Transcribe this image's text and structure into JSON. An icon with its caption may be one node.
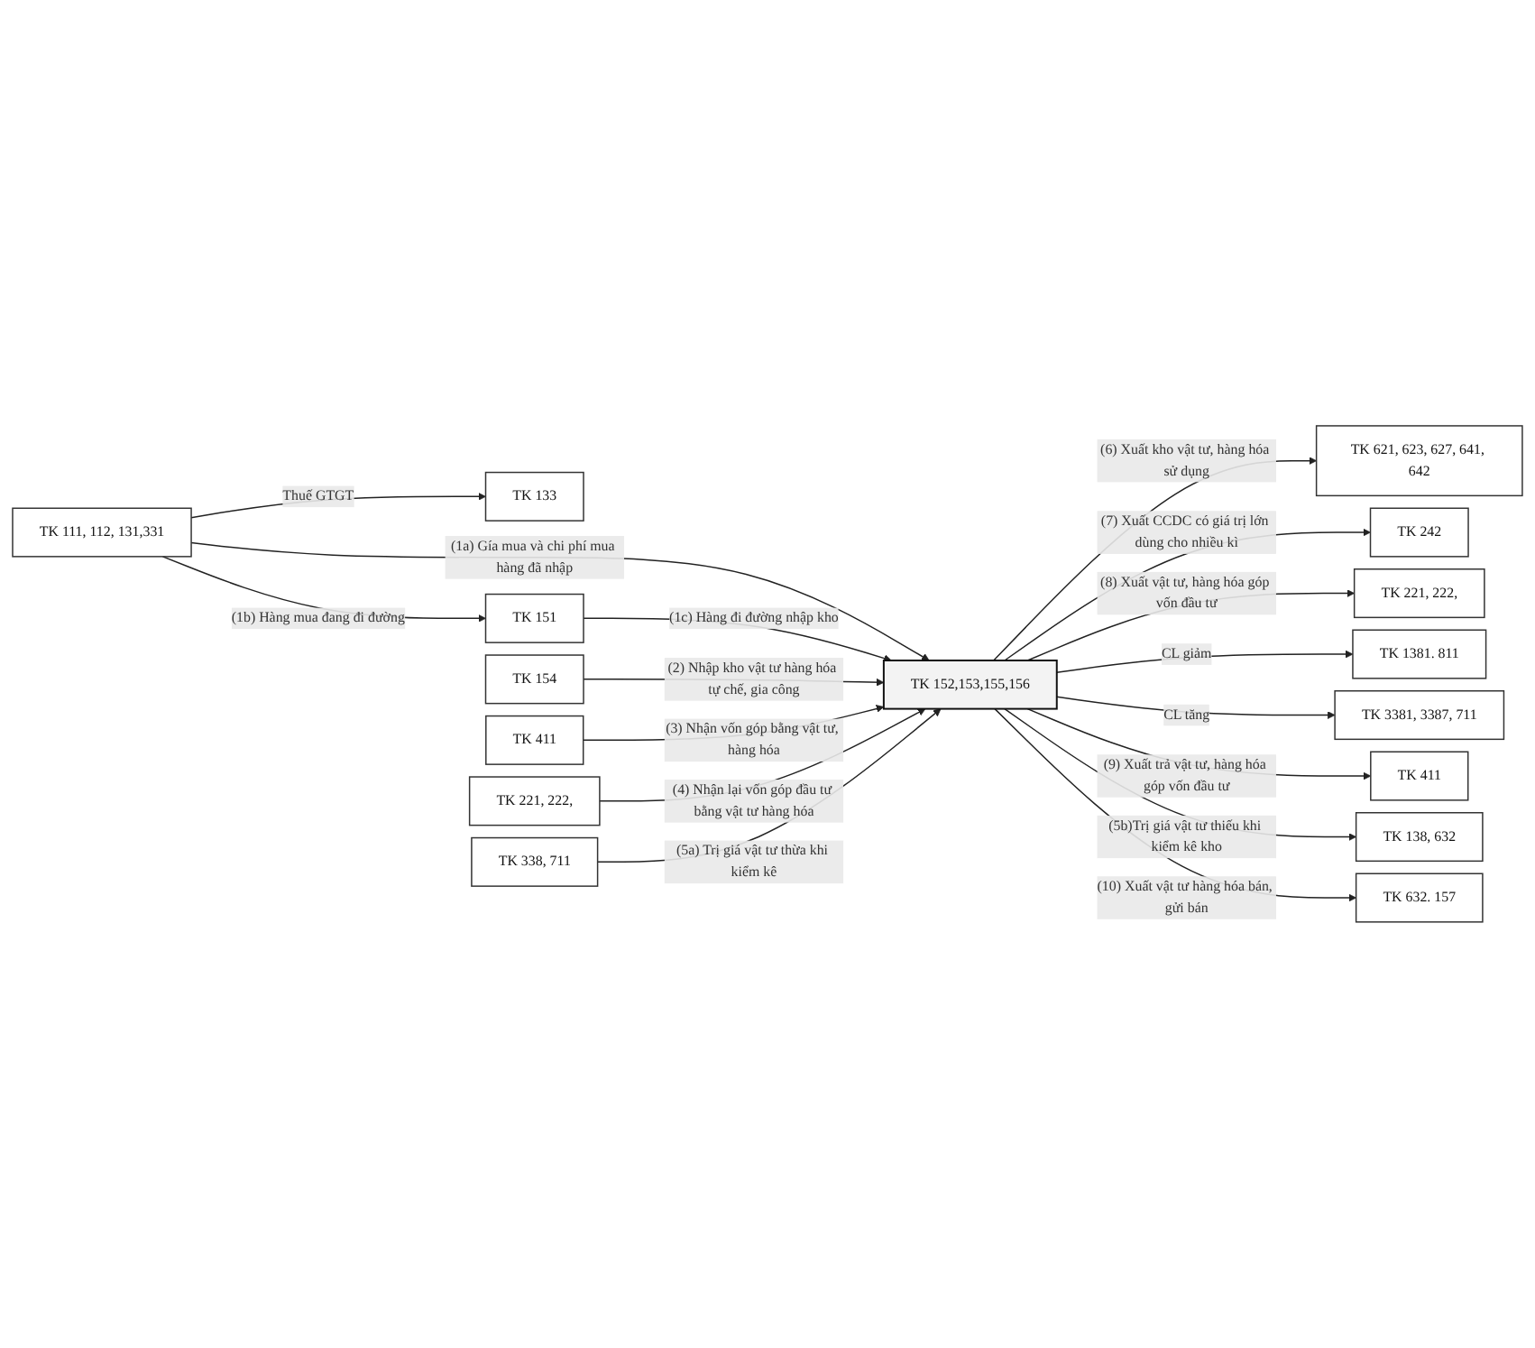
{
  "diagram": {
    "nodes": [
      {
        "text": [
          "TK 111, 112, 131,331"
        ]
      },
      {
        "text": [
          "TK 152,153,155,156"
        ]
      },
      {
        "text": [
          "TK 621, 623, 627, 641, 642"
        ]
      },
      {
        "text": [
          "TK 133"
        ]
      },
      {
        "text": [
          "TK 151"
        ]
      },
      {
        "text": [
          "TK 242"
        ]
      },
      {
        "text": [
          "TK 221, 222,"
        ]
      },
      {
        "text": [
          "TK 1381. 811"
        ]
      },
      {
        "text": [
          "TK 3381, 3387, 711"
        ]
      },
      {
        "text": [
          "TK 154"
        ]
      },
      {
        "text": [
          "TK 411"
        ]
      },
      {
        "text": [
          "TK 221, 222,"
        ]
      },
      {
        "text": [
          "TK 338, 711"
        ]
      },
      {
        "text": [
          "TK 411"
        ]
      },
      {
        "text": [
          "TK 138, 632"
        ]
      },
      {
        "text": [
          "TK 632. 157"
        ]
      }
    ],
    "edges": [
      {
        "from": 0,
        "to": 1,
        "arrow": "to",
        "label": "(1a) Gía mua và chi phí mua hàng đã nhập"
      },
      {
        "from": 0,
        "to": 3,
        "arrow": "to",
        "label": "Thuế GTGT"
      },
      {
        "from": 0,
        "to": 4,
        "arrow": "to",
        "label": "(1b) Hàng mua đang đi đường"
      },
      {
        "from": 4,
        "to": 1,
        "arrow": "to",
        "label": "(1c) Hàng đi đường nhập kho"
      },
      {
        "from": 9,
        "to": 1,
        "arrow": "to",
        "label": "(2) Nhập kho vật tư hàng hóa tự chế, gia công"
      },
      {
        "from": 10,
        "to": 1,
        "arrow": "to",
        "label": "(3) Nhận vốn góp bằng vật tư, hàng hóa"
      },
      {
        "from": 11,
        "to": 1,
        "arrow": "to",
        "label": "(4) Nhận lại vốn góp đầu tư bằng vật tư hàng hóa"
      },
      {
        "from": 12,
        "to": 1,
        "arrow": "to",
        "label": "(5a) Trị giá vật tư thừa khi kiểm kê"
      },
      {
        "from": 1,
        "to": 2,
        "arrow": "to",
        "label": "(6) Xuất kho vật tư, hàng hóa sử dụng"
      },
      {
        "from": 1,
        "to": 5,
        "arrow": "to",
        "label": "(7) Xuất CCDC có giá trị lớn dùng cho nhiều kì"
      },
      {
        "from": 1,
        "to": 6,
        "arrow": "to",
        "label": "(8) Xuất vật tư, hàng hóa góp vốn đầu tư"
      },
      {
        "from": 1,
        "to": 7,
        "arrow": "to",
        "label": "CL giảm"
      },
      {
        "from": 1,
        "to": 8,
        "arrow": "to",
        "label": "CL tăng"
      },
      {
        "from": 1,
        "to": 13,
        "arrow": "to",
        "label": "(9) Xuất trả vật tư, hàng hóa góp vốn đầu tư"
      },
      {
        "from": 1,
        "to": 14,
        "arrow": "to",
        "label": "(5b)Trị giá vật tư thiếu khi kiểm kê kho"
      },
      {
        "from": 1,
        "to": 15,
        "arrow": "to",
        "label": "(10) Xuất vật tư hàng hóa bán, gửi bán"
      }
    ]
  }
}
